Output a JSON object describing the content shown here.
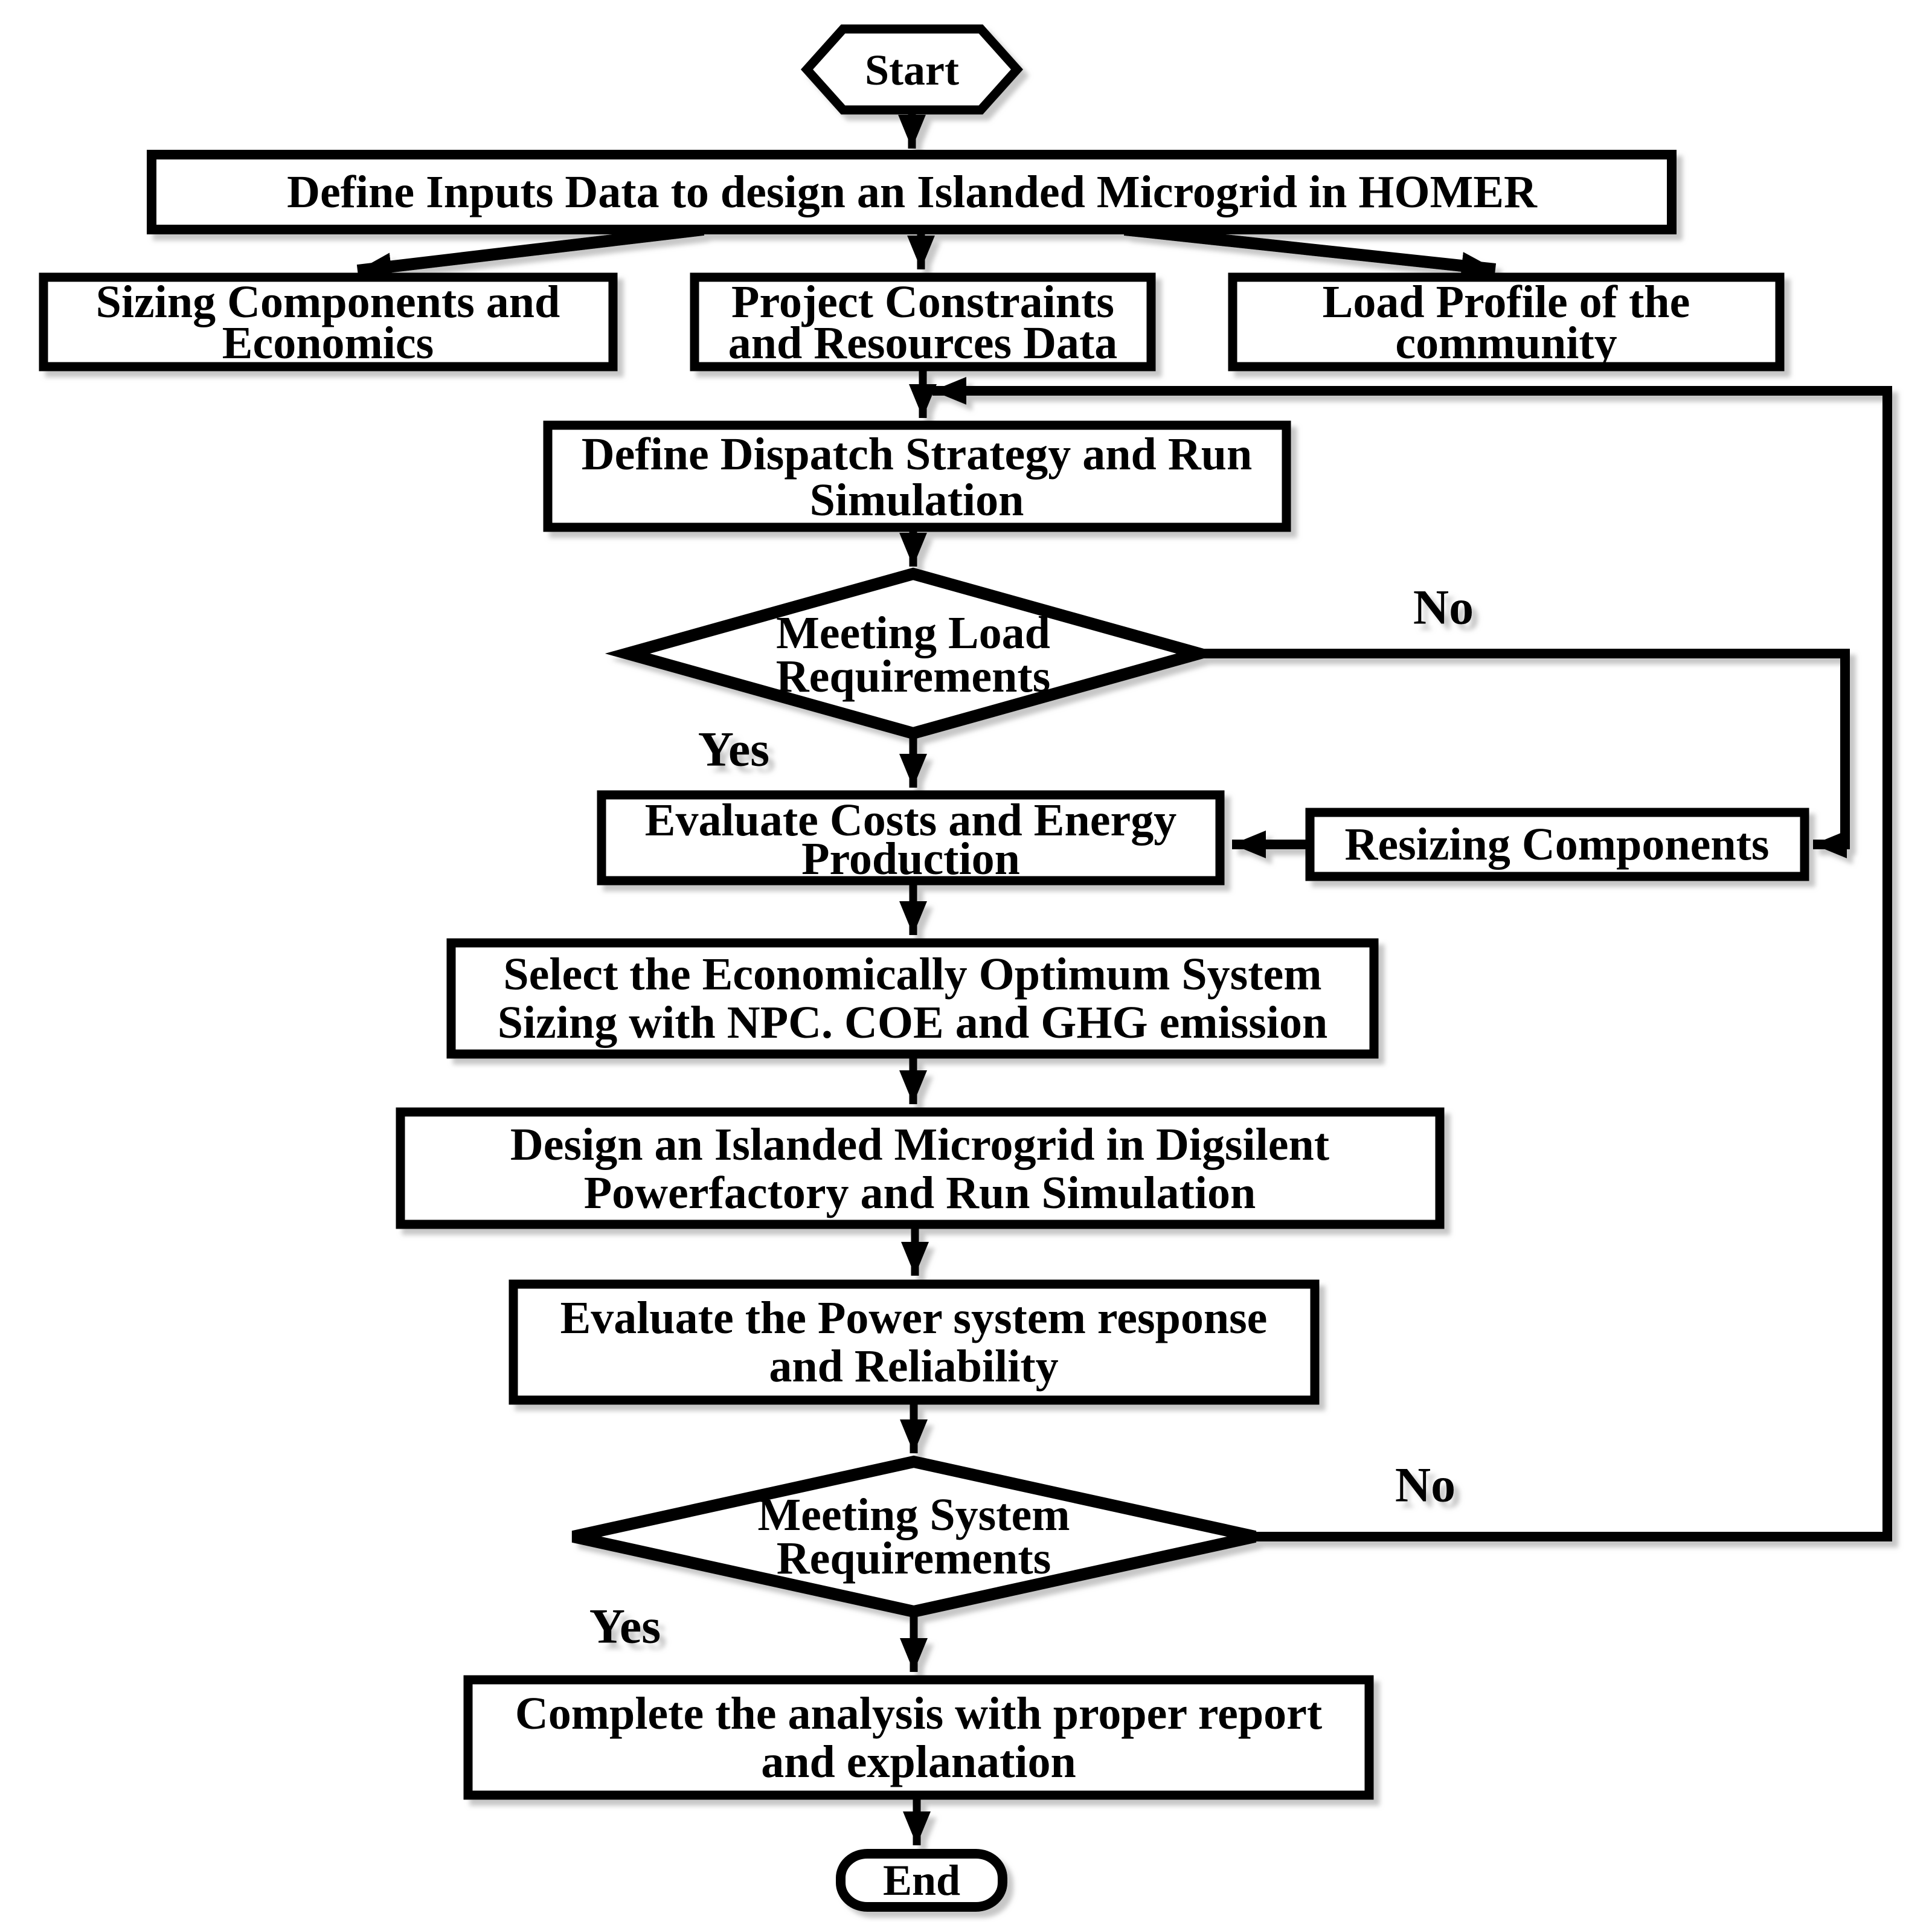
{
  "diagram_title": "Islanded Microgrid design methodology flowchart",
  "colors": {
    "ink": "#000000",
    "paper": "#ffffff"
  },
  "nodes": {
    "start": {
      "label": "Start"
    },
    "define_inputs": {
      "label": "Define Inputs Data to design an Islanded Microgrid in HOMER"
    },
    "sizing": {
      "line1": "Sizing Components and",
      "line2": "Economics"
    },
    "constraints": {
      "line1": "Project Constraints",
      "line2": "and Resources Data"
    },
    "load_profile": {
      "line1": "Load Profile of the",
      "line2": "community"
    },
    "dispatch": {
      "line1": "Define Dispatch Strategy and Run",
      "line2": "Simulation"
    },
    "meeting_load": {
      "line1": "Meeting Load",
      "line2": "Requirements"
    },
    "evaluate_costs": {
      "line1": "Evaluate Costs and Energy",
      "line2": "Production"
    },
    "resizing": {
      "label": "Resizing Components"
    },
    "select_optimum": {
      "line1": "Select the Economically Optimum System",
      "line2": "Sizing with NPC. COE and GHG emission"
    },
    "design_digsilent": {
      "line1": "Design an Islanded Microgrid in Digsilent",
      "line2": "Powerfactory and Run Simulation"
    },
    "evaluate_response": {
      "line1": "Evaluate the Power system response",
      "line2": "and Reliability"
    },
    "meeting_system": {
      "line1": "Meeting System",
      "line2": "Requirements"
    },
    "complete_analysis": {
      "line1": "Complete the analysis with proper report",
      "line2": "and explanation"
    },
    "end": {
      "label": "End"
    }
  },
  "branches": {
    "meeting_load_yes": "Yes",
    "meeting_load_no": "No",
    "meeting_system_yes": "Yes",
    "meeting_system_no": "No"
  }
}
